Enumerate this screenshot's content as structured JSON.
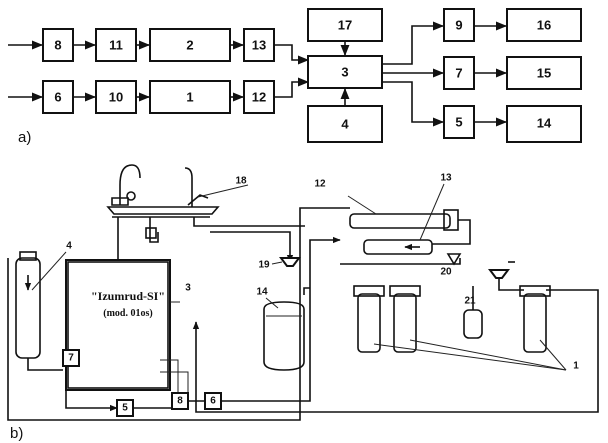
{
  "panel_a": {
    "label": "a)",
    "blocks": {
      "b8": "8",
      "b11": "11",
      "b2": "2",
      "b13": "13",
      "b6": "6",
      "b10": "10",
      "b1": "1",
      "b12": "12",
      "b17": "17",
      "b3": "3",
      "b4": "4",
      "b9": "9",
      "b16": "16",
      "b7": "7",
      "b15": "15",
      "b5": "5",
      "b14": "14"
    }
  },
  "panel_b": {
    "label": "b)",
    "device_name": "\"Izumrud-SI\"",
    "device_model": "(mod. 01os)",
    "callouts": {
      "c1": "1",
      "c3": "3",
      "c4": "4",
      "c5": "5",
      "c6": "6",
      "c7": "7",
      "c8": "8",
      "c12": "12",
      "c13": "13",
      "c14": "14",
      "c18": "18",
      "c19": "19",
      "c20": "20",
      "c21": "21"
    }
  }
}
